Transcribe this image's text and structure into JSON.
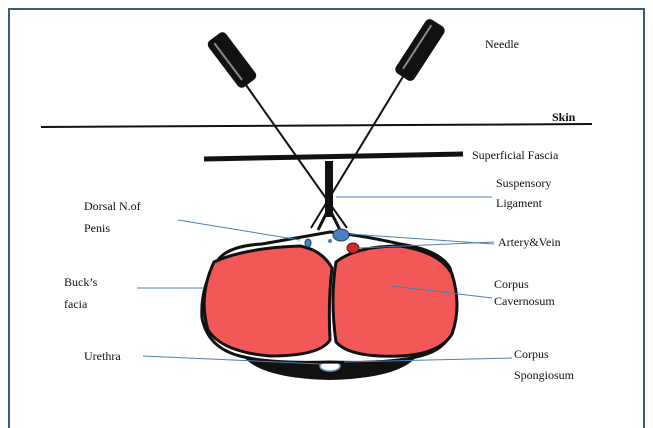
{
  "labels": {
    "needle": "Needle",
    "skin": "Skin",
    "superficial_fascia": "Superficial Fascia",
    "suspensory_1": "Suspensory",
    "suspensory_2": "Ligament",
    "dorsal_1": "Dorsal N.of",
    "dorsal_2": "Penis",
    "artery_vein": "Artery&Vein",
    "bucks_1": "Buck’s",
    "bucks_2": "facia",
    "corpus_cav_1": "Corpus",
    "corpus_cav_2": "Cavernosum",
    "urethra": "Urethra",
    "corpus_spong_1": "Corpus",
    "corpus_spong_2": "Spongiosum"
  },
  "colors": {
    "frame": "#3b5a7a",
    "corpora": "#f25858",
    "spongiosum": "#111111",
    "artery": "#d12a2a",
    "vein": "#4a7fc1",
    "callout": "#4a7fb5"
  }
}
